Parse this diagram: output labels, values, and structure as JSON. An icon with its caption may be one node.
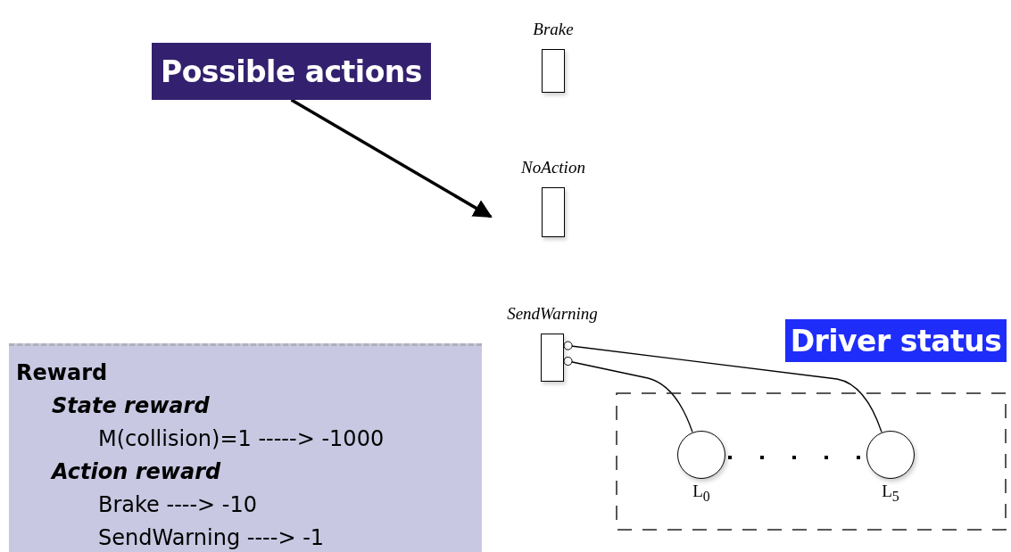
{
  "diagram": {
    "nodes": [
      {
        "text": [
          "Possible actions"
        ]
      },
      {
        "text": [
          "Brake"
        ]
      },
      {
        "text": [
          "NoAction"
        ]
      },
      {
        "text": [
          "SendWarning"
        ]
      },
      {
        "text": [
          "Driver status"
        ]
      },
      {
        "text": [],
        "shape": "box"
      },
      {
        "text": [
          "L$_{0}$"
        ],
        "in": 5
      },
      {
        "text": [
          "L$_{5}$"
        ],
        "in": 5
      },
      {
        "text": [
          "Reward",
          "State reward",
          "M(collision)=1 -----> -1000",
          "Action reward",
          "Brake ----> -10",
          "SendWarning ----> -1"
        ]
      }
    ],
    "edges": [
      {
        "from": 0,
        "to": null,
        "arrow": "to",
        "style": "thick"
      },
      {
        "from": 3,
        "to": 6,
        "arrow": "other"
      },
      {
        "from": 3,
        "to": 7,
        "arrow": "other"
      }
    ]
  }
}
